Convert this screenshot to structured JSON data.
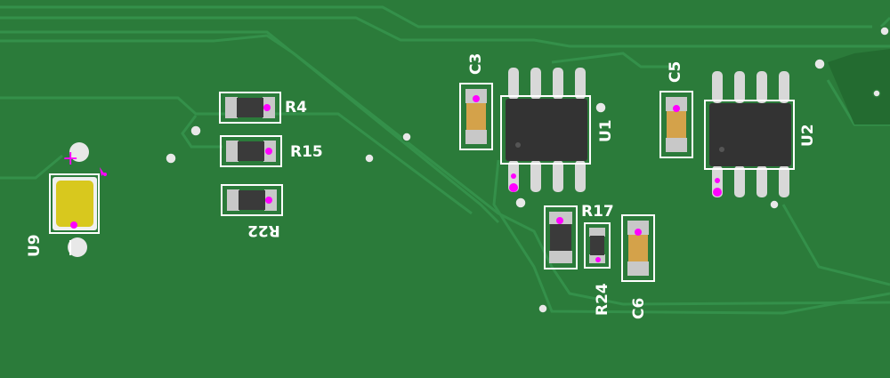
{
  "board": {
    "background": "#2b7b3a",
    "trace_color": "#2f8a40",
    "silkscreen_color": "#ffffff",
    "pad_color": "#c8c8c8",
    "marker_color": "#ff00ff"
  },
  "components": [
    {
      "ref": "R4",
      "type": "resistor-0805"
    },
    {
      "ref": "R15",
      "type": "resistor-0805"
    },
    {
      "ref": "R22",
      "type": "resistor-0805"
    },
    {
      "ref": "C3",
      "type": "capacitor-0805"
    },
    {
      "ref": "U1",
      "type": "soic-8"
    },
    {
      "ref": "C5",
      "type": "capacitor-0805"
    },
    {
      "ref": "U2",
      "type": "soic-8"
    },
    {
      "ref": "R17",
      "type": "resistor-0805"
    },
    {
      "ref": "R24",
      "type": "resistor-0603"
    },
    {
      "ref": "C6",
      "type": "capacitor-0805"
    },
    {
      "ref": "U9",
      "type": "led-plcc2"
    }
  ],
  "labels": {
    "r4": "R4",
    "r15": "R15",
    "r22": "R22",
    "c3": "C3",
    "u1": "U1",
    "c5": "C5",
    "u2": "U2",
    "r17": "R17",
    "r24": "R24",
    "c6": "C6",
    "u9": "U9",
    "u9_plus": "+"
  }
}
